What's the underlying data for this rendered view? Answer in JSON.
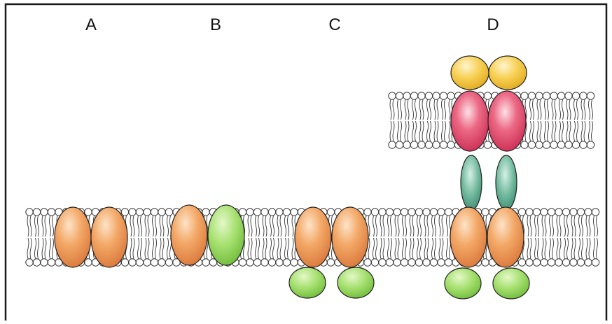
{
  "panels": [
    {
      "label": "A"
    },
    {
      "label": "B"
    },
    {
      "label": "C"
    },
    {
      "label": "D"
    }
  ],
  "colors": {
    "frame": "#1a1a1a",
    "lipid_head_fill": "#ffffff",
    "lipid_stroke": "#333333",
    "orange_protein": "#f0a060",
    "green_protein": "#9fdc6a",
    "pink_protein": "#e8506e",
    "yellow_protein": "#f5c842",
    "teal_linker": "#5fa88c",
    "light_green_domain": "#a8e27a"
  }
}
